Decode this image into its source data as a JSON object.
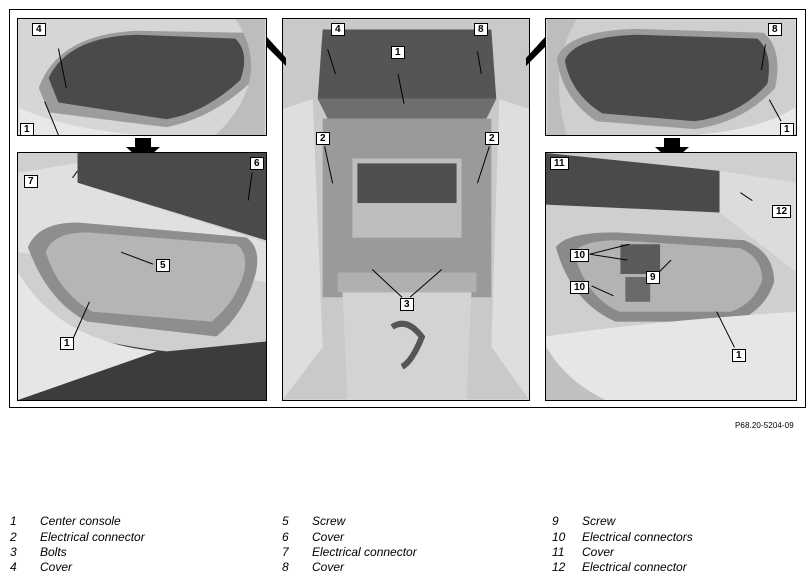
{
  "callouts": {
    "tl_4": "4",
    "tl_1": "1",
    "bl_6": "6",
    "bl_7": "7",
    "bl_5": "5",
    "bl_1": "1",
    "c_4": "4",
    "c_1": "1",
    "c_8": "8",
    "c_2l": "2",
    "c_2r": "2",
    "c_3": "3",
    "tr_8": "8",
    "tr_1": "1",
    "br_11": "11",
    "br_12": "12",
    "br_10a": "10",
    "br_9": "9",
    "br_10b": "10",
    "br_1": "1"
  },
  "figure_ref": "P68.20-5204-09",
  "legend": [
    {
      "num": "1",
      "text": "Center console"
    },
    {
      "num": "2",
      "text": "Electrical connector"
    },
    {
      "num": "3",
      "text": "Bolts"
    },
    {
      "num": "4",
      "text": "Cover"
    },
    {
      "num": "5",
      "text": "Screw"
    },
    {
      "num": "6",
      "text": "Cover"
    },
    {
      "num": "7",
      "text": "Electrical connector"
    },
    {
      "num": "8",
      "text": "Cover"
    },
    {
      "num": "9",
      "text": "Screw"
    },
    {
      "num": "10",
      "text": "Electrical connectors"
    },
    {
      "num": "11",
      "text": "Cover"
    },
    {
      "num": "12",
      "text": "Electrical connector"
    }
  ]
}
